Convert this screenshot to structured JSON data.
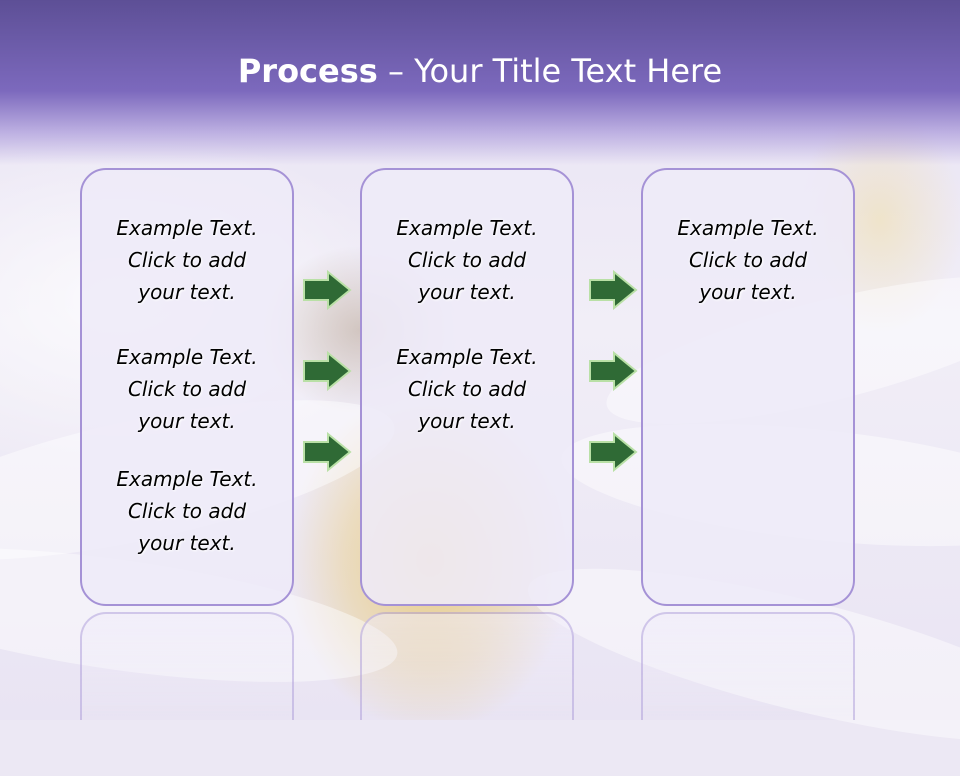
{
  "title": {
    "bold": "Process",
    "rest": " – Your Title Text Here"
  },
  "columns": [
    {
      "items": [
        [
          "Example Text.",
          "Click  to add",
          "your text."
        ],
        [
          "Example Text.",
          "Click  to add",
          "your text."
        ],
        [
          "Example Text.",
          "Click  to add",
          "your text."
        ]
      ]
    },
    {
      "items": [
        [
          "Example Text.",
          "Click  to add",
          "your text."
        ],
        [
          "Example Text.",
          "Click  to add",
          "your text."
        ]
      ]
    },
    {
      "items": [
        [
          "Example Text.",
          "Click  to add",
          "your text."
        ]
      ]
    }
  ],
  "arrow_groups": [
    {
      "between": "column-1-to-column-2",
      "count": 3
    },
    {
      "between": "column-2-to-column-3",
      "count": 3
    }
  ],
  "colors": {
    "header": "#6a5aaa",
    "box_border": "#a592d6",
    "arrow_fill": "#2f6a35",
    "arrow_stroke": "#b9e0a6"
  }
}
